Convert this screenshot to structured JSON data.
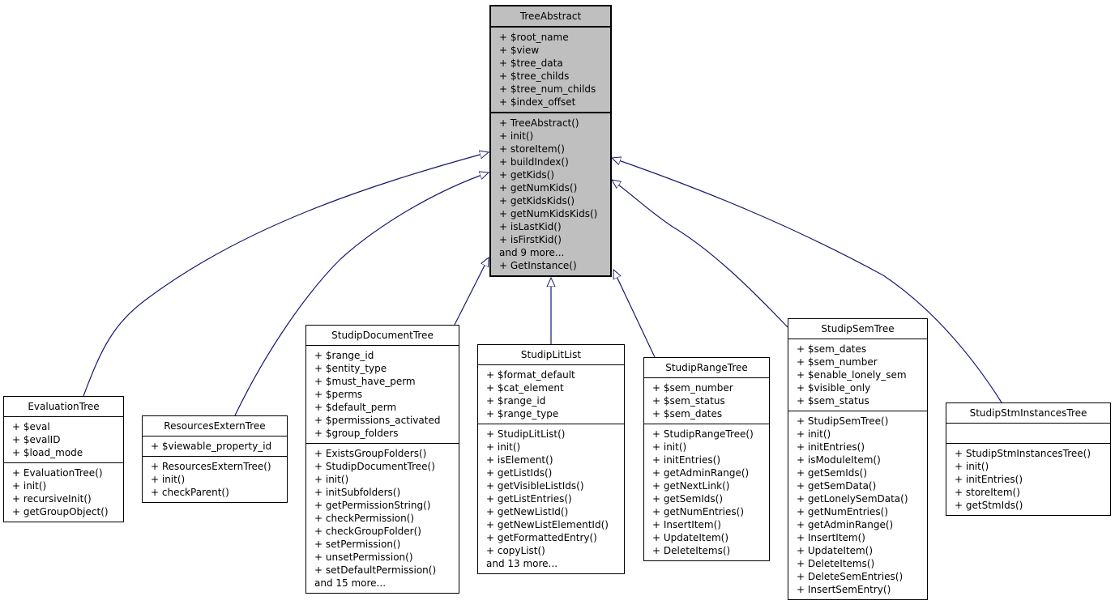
{
  "classes": {
    "tree_abstract": {
      "name": "TreeAbstract",
      "attributes": [
        "+ $root_name",
        "+ $view",
        "+ $tree_data",
        "+ $tree_childs",
        "+ $tree_num_childs",
        "+ $index_offset"
      ],
      "methods": [
        "+ TreeAbstract()",
        "+ init()",
        "+ storeItem()",
        "+ buildIndex()",
        "+ getKids()",
        "+ getNumKids()",
        "+ getKidsKids()",
        "+ getNumKidsKids()",
        "+ isLastKid()",
        "+ isFirstKid()",
        "and 9 more...",
        "+ GetInstance()"
      ]
    },
    "evaluation_tree": {
      "name": "EvaluationTree",
      "attributes": [
        "+ $eval",
        "+ $evalID",
        "+ $load_mode"
      ],
      "methods": [
        "+ EvaluationTree()",
        "+ init()",
        "+ recursiveInit()",
        "+ getGroupObject()"
      ]
    },
    "resources_extern_tree": {
      "name": "ResourcesExternTree",
      "attributes": [
        "+ $viewable_property_id"
      ],
      "methods": [
        "+ ResourcesExternTree()",
        "+ init()",
        "+ checkParent()"
      ]
    },
    "studip_document_tree": {
      "name": "StudipDocumentTree",
      "attributes": [
        "+ $range_id",
        "+ $entity_type",
        "+ $must_have_perm",
        "+ $perms",
        "+ $default_perm",
        "+ $permissions_activated",
        "+ $group_folders"
      ],
      "methods": [
        "+ ExistsGroupFolders()",
        "+ StudipDocumentTree()",
        "+ init()",
        "+ initSubfolders()",
        "+ getPermissionString()",
        "+ checkPermission()",
        "+ checkGroupFolder()",
        "+ setPermission()",
        "+ unsetPermission()",
        "+ setDefaultPermission()",
        "and 15 more..."
      ]
    },
    "studip_lit_list": {
      "name": "StudipLitList",
      "attributes": [
        "+ $format_default",
        "+ $cat_element",
        "+ $range_id",
        "+ $range_type"
      ],
      "methods": [
        "+ StudipLitList()",
        "+ init()",
        "+ isElement()",
        "+ getListIds()",
        "+ getVisibleListIds()",
        "+ getListEntries()",
        "+ getNewListId()",
        "+ getNewListElementId()",
        "+ getFormattedEntry()",
        "+ copyList()",
        "and 13 more..."
      ]
    },
    "studip_range_tree": {
      "name": "StudipRangeTree",
      "attributes": [
        "+ $sem_number",
        "+ $sem_status",
        "+ $sem_dates"
      ],
      "methods": [
        "+ StudipRangeTree()",
        "+ init()",
        "+ initEntries()",
        "+ getAdminRange()",
        "+ getNextLink()",
        "+ getSemIds()",
        "+ getNumEntries()",
        "+ InsertItem()",
        "+ UpdateItem()",
        "+ DeleteItems()"
      ]
    },
    "studip_sem_tree": {
      "name": "StudipSemTree",
      "attributes": [
        "+ $sem_dates",
        "+ $sem_number",
        "+ $enable_lonely_sem",
        "+ $visible_only",
        "+ $sem_status"
      ],
      "methods": [
        "+ StudipSemTree()",
        "+ init()",
        "+ initEntries()",
        "+ isModuleItem()",
        "+ getSemIds()",
        "+ getSemData()",
        "+ getLonelySemData()",
        "+ getNumEntries()",
        "+ getAdminRange()",
        "+ InsertItem()",
        "+ UpdateItem()",
        "+ DeleteItems()",
        "+ DeleteSemEntries()",
        "+ InsertSemEntry()"
      ]
    },
    "studip_stm_instances_tree": {
      "name": "StudipStmInstancesTree",
      "attributes": [],
      "methods": [
        "+ StudipStmInstancesTree()",
        "+ init()",
        "+ initEntries()",
        "+ storeItem()",
        "+ getStmIds()"
      ]
    }
  },
  "colors": {
    "edge": "#191970",
    "base_fill": "#bfbfbf"
  }
}
